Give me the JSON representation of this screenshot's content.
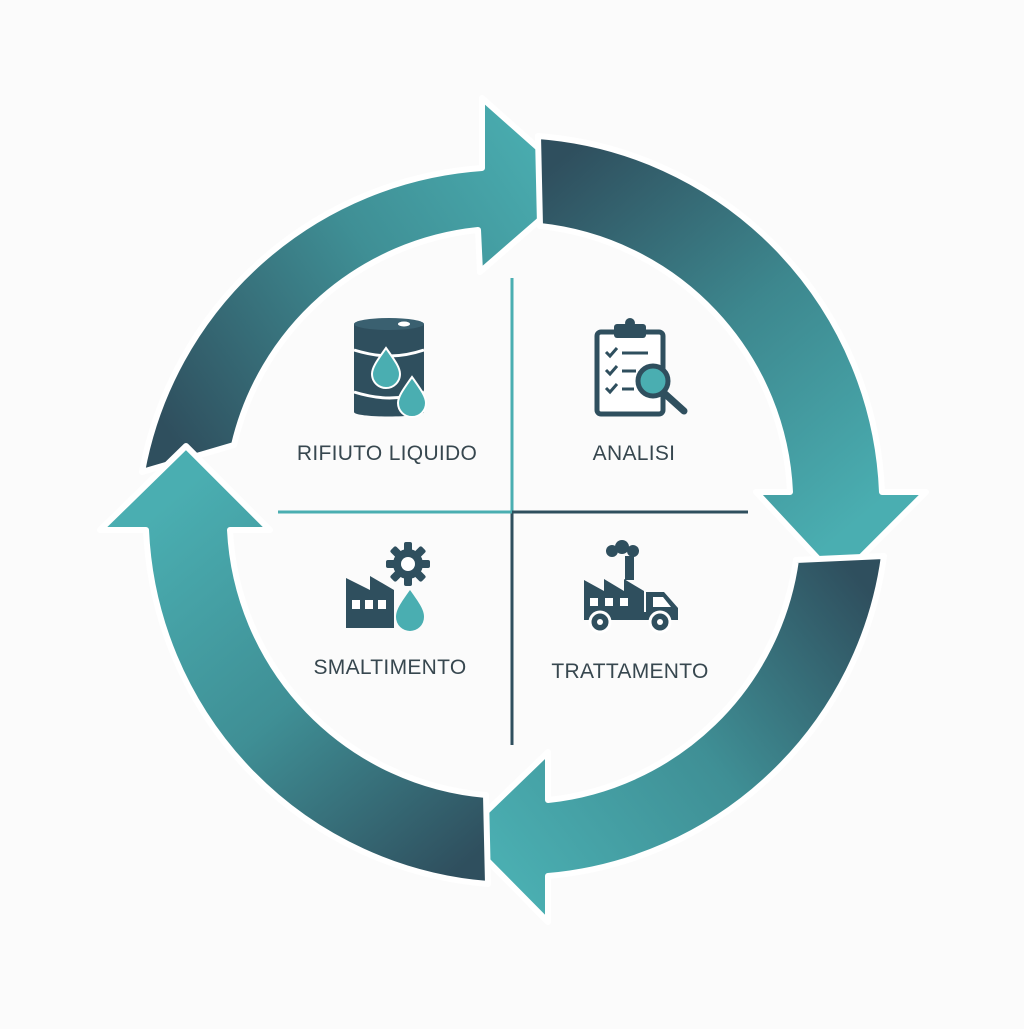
{
  "diagram": {
    "type": "cycle",
    "colors": {
      "dark": "#2f4f5e",
      "teal": "#4aaeb1",
      "text": "#37474f",
      "background": "#fbfbfb"
    },
    "quadrants": [
      {
        "id": "q1",
        "label": "RIFIUTO LIQUIDO",
        "icon": "oil-barrel-drops-icon"
      },
      {
        "id": "q2",
        "label": "ANALISI",
        "icon": "clipboard-magnifier-icon"
      },
      {
        "id": "q3",
        "label": "SMALTIMENTO",
        "icon": "factory-gear-drop-icon"
      },
      {
        "id": "q4",
        "label": "TRATTAMENTO",
        "icon": "factory-truck-icon"
      }
    ]
  }
}
